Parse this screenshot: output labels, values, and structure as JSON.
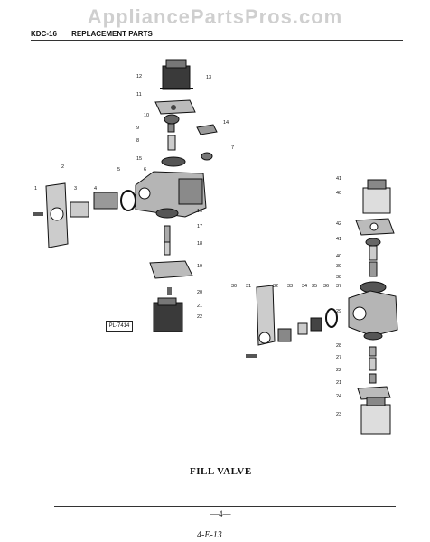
{
  "watermark": "AppliancePartsPros.com",
  "header": {
    "model": "KDC-16",
    "title": "REPLACEMENT PARTS"
  },
  "caption": "FILL VALVE",
  "plate_label": "PL-7414",
  "page_number": "—4—",
  "handwritten": "4-E-13",
  "callouts_left": [
    "12",
    "13",
    "11",
    "10",
    "9",
    "14",
    "8",
    "7",
    "15",
    "6",
    "5",
    "2",
    "3",
    "4",
    "1",
    "16",
    "17",
    "18",
    "19",
    "20",
    "21",
    "22"
  ],
  "callouts_right": [
    "41",
    "40",
    "42",
    "41",
    "40",
    "39",
    "38",
    "37",
    "30",
    "31",
    "32",
    "33",
    "34",
    "35",
    "36",
    "29",
    "28",
    "27",
    "22",
    "21",
    "24",
    "23"
  ]
}
